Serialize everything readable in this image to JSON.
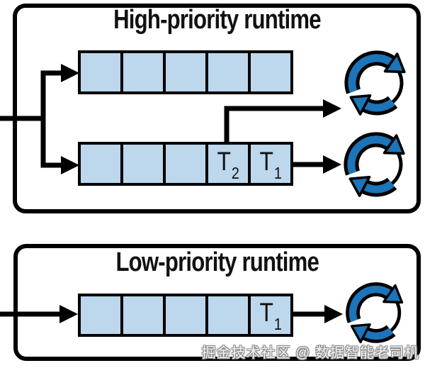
{
  "figure": {
    "high_runtime": {
      "title": "High-priority runtime",
      "queues": [
        {
          "name": "high-priority-queue-empty",
          "cells": [
            {
              "base": "",
              "sub": ""
            },
            {
              "base": "",
              "sub": ""
            },
            {
              "base": "",
              "sub": ""
            },
            {
              "base": "",
              "sub": ""
            },
            {
              "base": "",
              "sub": ""
            }
          ]
        },
        {
          "name": "high-priority-queue-tasks",
          "cells": [
            {
              "base": "",
              "sub": ""
            },
            {
              "base": "",
              "sub": ""
            },
            {
              "base": "",
              "sub": ""
            },
            {
              "base": "T",
              "sub": "2"
            },
            {
              "base": "T",
              "sub": "1"
            }
          ]
        }
      ],
      "processor_icons": [
        "cycle-arrows-icon",
        "cycle-arrows-icon"
      ]
    },
    "low_runtime": {
      "title": "Low-priority runtime",
      "queues": [
        {
          "name": "low-priority-queue-tasks",
          "cells": [
            {
              "base": "",
              "sub": ""
            },
            {
              "base": "",
              "sub": ""
            },
            {
              "base": "",
              "sub": ""
            },
            {
              "base": "",
              "sub": ""
            },
            {
              "base": "T",
              "sub": "1"
            }
          ]
        }
      ],
      "processor_icons": [
        "cycle-arrows-icon"
      ]
    },
    "watermark": "掘金技术社区 @ 数据智能老司机",
    "colors": {
      "queue_cell_fill": "#bdd7ec",
      "cycle_arrow_blue": "#1c74b9",
      "line_black": "#000000",
      "background": "#ffffff"
    }
  }
}
